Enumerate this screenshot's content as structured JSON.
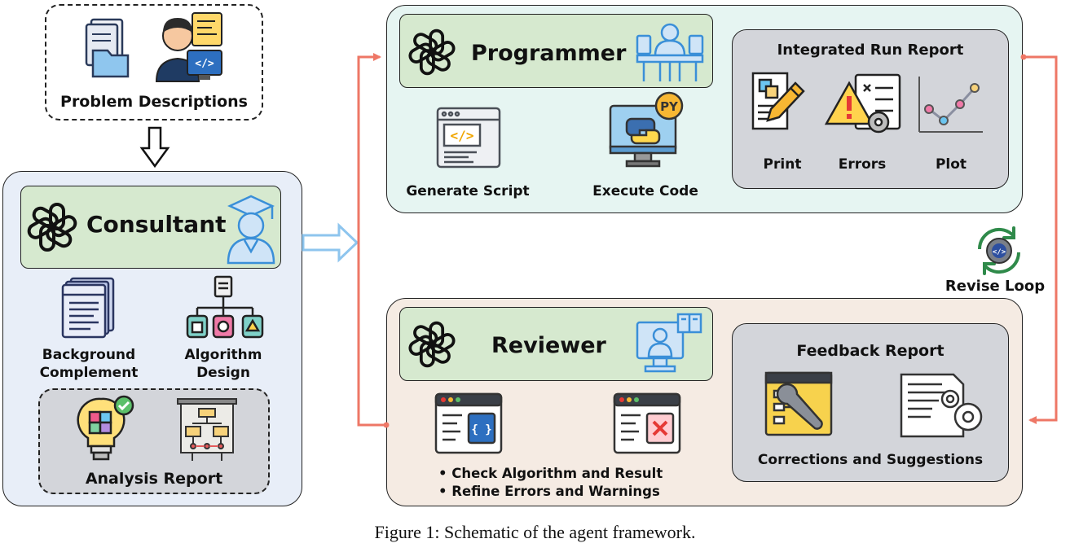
{
  "problem": {
    "label": "Problem Descriptions"
  },
  "consultant": {
    "title": "Consultant",
    "items": [
      "Background Complement",
      "Algorithm Design"
    ],
    "item1_lines": [
      "Background",
      "Complement"
    ],
    "item2_lines": [
      "Algorithm",
      "Design"
    ],
    "report": "Analysis Report"
  },
  "programmer": {
    "title": "Programmer",
    "tools": [
      "Generate Script",
      "Execute Code"
    ],
    "py_badge": "PY"
  },
  "run_report": {
    "title": "Integrated Run Report",
    "items": [
      "Print",
      "Errors",
      "Plot"
    ]
  },
  "loop": {
    "label": "Revise Loop"
  },
  "reviewer": {
    "title": "Reviewer",
    "bullets": [
      "• Check Algorithm and Result",
      "• Refine Errors and Warnings"
    ]
  },
  "feedback": {
    "title": "Feedback Report",
    "subtitle": "Corrections and Suggestions"
  },
  "caption": "Figure 1: Schematic of the agent framework.",
  "colors": {
    "flow_arrow": "#ee7766",
    "handoff_arrow": "#8ec5ee",
    "role_header": "#d6e9cf",
    "report_box": "#d3d5da",
    "consultant_panel": "#e8eef8",
    "programmer_panel": "#e6f5f2",
    "reviewer_panel": "#f5ebe3"
  },
  "icons": [
    "document-folder-icon",
    "programmer-person-icon",
    "openai-logo-icon",
    "graduate-icon",
    "web-page-icon",
    "hierarchy-icon",
    "lightbulb-puzzle-icon",
    "flowchart-board-icon",
    "desk-programmer-icon",
    "code-window-icon",
    "python-monitor-icon",
    "document-pencil-icon",
    "warning-gear-icon",
    "line-plot-icon",
    "refresh-code-icon",
    "online-teacher-icon",
    "code-braces-window-icon",
    "error-window-icon",
    "wrench-flowchart-icon",
    "document-gears-icon"
  ]
}
